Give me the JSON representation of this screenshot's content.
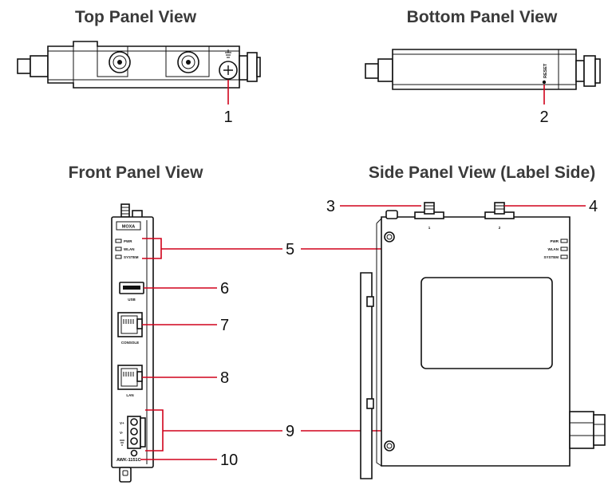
{
  "titles": {
    "top": "Top Panel View",
    "bottom": "Bottom Panel View",
    "front": "Front Panel View",
    "side": "Side Panel View (Label Side)"
  },
  "callouts": [
    "1",
    "2",
    "3",
    "4",
    "5",
    "6",
    "7",
    "8",
    "9",
    "10"
  ],
  "device_labels": {
    "brand": "MOXA",
    "pwr": "PWR",
    "wlan": "WLAN",
    "system": "SYSTEM",
    "usb": "USB",
    "console": "CONSOLE",
    "lan": "LAN",
    "model": "AWK-1151C",
    "reset": "RESET",
    "ant1": "1",
    "ant2": "2",
    "vplus": "V+",
    "vminus": "V-"
  },
  "colors": {
    "leader": "#d0021b",
    "outline": "#111111",
    "title": "#3a3a3a"
  }
}
